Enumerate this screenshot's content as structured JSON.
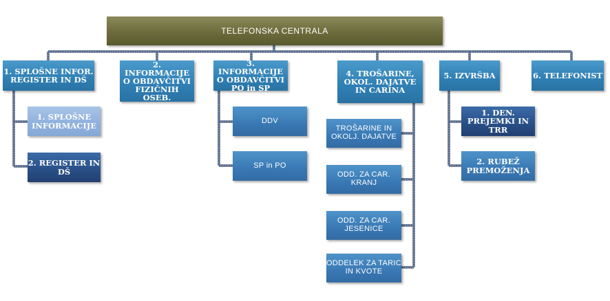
{
  "root": {
    "label": "TELEFONSKA  CENTRALA"
  },
  "branches": [
    {
      "label": "1. SPLOŠNE  INFOR. REGISTER IN DŠ",
      "children": [
        "1. SPLOŠNE INFORMACIJE",
        "2. REGISTER IN DŠ"
      ]
    },
    {
      "label": "2. INFORMACIJE O OBDAVČITVI FIZIČNIH OSEB.",
      "children": []
    },
    {
      "label": "3. INFORMACIJE O OBDAVČITVI PO in SP",
      "children": [
        "DDV",
        "SP in PO"
      ]
    },
    {
      "label": "4. TROŠARINE, OKOL. DAJATVE IN CARINA",
      "children": [
        "TROŠARINE IN OKOLJ. DAJATVE",
        "ODD. ZA CAR. KRANJ",
        "ODD. ZA CAR. JESENICE",
        "ODDELEK ZA TARIC IN KVOTE"
      ]
    },
    {
      "label": "5. IZVRŠBA",
      "children": [
        "1. DEN. PREJEMKI IN TRR",
        "2. RUBEŽ PREMOŽENJA"
      ]
    },
    {
      "label": "6. TELEFONIST",
      "children": []
    }
  ],
  "colors": {
    "root": "#6b6b3c",
    "branch": "#2f7fb4",
    "child": "#3978b4",
    "child_light": "#8fb0dd",
    "child_dark": "#284f86",
    "connector": "#8a8a8a",
    "connector_dots": "#2a4f9a"
  }
}
